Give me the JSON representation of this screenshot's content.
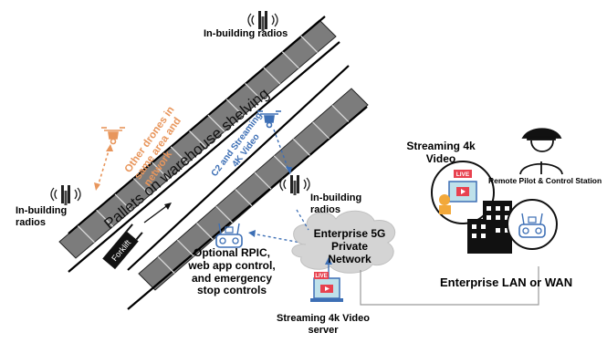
{
  "labels": {
    "radios_top": "In-building radios",
    "radios_left": "In-building radios",
    "radios_mid": "In-building radios",
    "other_drones": "Other drones in same area and network",
    "c2_streaming": "C2 and Streaming 4K Video",
    "shelving": "Pallets on warehouse shelving",
    "forklift": "Forklift",
    "rpic": "Optional RPIC, web app control, and emergency stop controls",
    "cloud": "Enterprise 5G Private Network",
    "video_server": "Streaming 4k Video server",
    "streaming_video": "Streaming 4k Video",
    "live_badge": "LIVE",
    "remote_pilot": "Remote Pilot & Control Station",
    "enterprise_lan": "Enterprise LAN or WAN"
  },
  "colors": {
    "orange": "#e8965c",
    "blue": "#3d6fb5",
    "live_red": "#e8424f",
    "shelf_gray": "#8a8a8a",
    "cloud_gray": "#d4d4d4"
  },
  "icons": [
    "radio-tower-icon",
    "drone-icon",
    "controller-icon",
    "laptop-icon",
    "pilot-icon",
    "building-icon",
    "forklift-icon"
  ]
}
